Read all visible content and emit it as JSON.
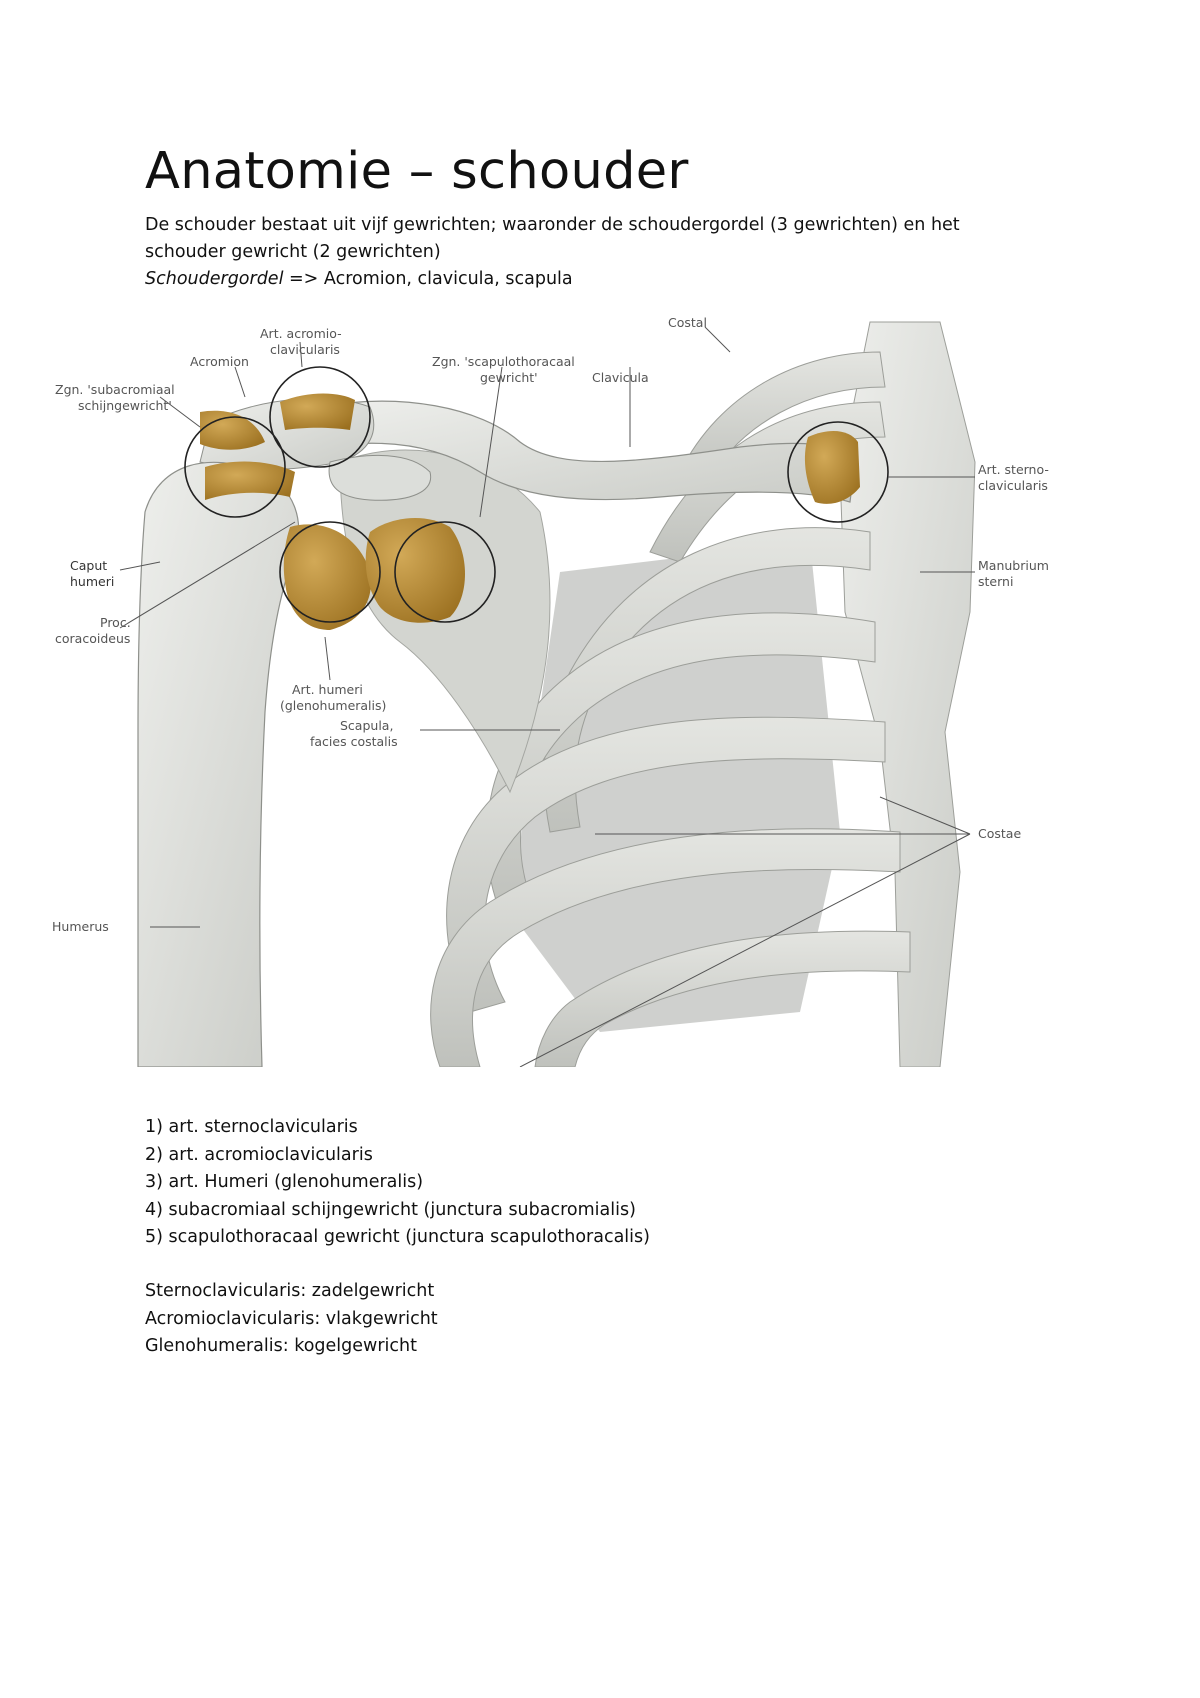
{
  "document": {
    "title": "Anatomie – schouder",
    "intro_line1": "De schouder bestaat uit vijf gewrichten; waaronder de schoudergordel (3 gewrichten) en het",
    "intro_line2": "schouder gewricht (2 gewrichten)",
    "gordel_label": "Schoudergordel =>",
    "gordel_items": "Acromion, clavicula, scapula"
  },
  "figure": {
    "labels": {
      "art_acromio_1": "Art. acromio-",
      "art_acromio_2": "clavicularis",
      "acromion": "Acromion",
      "zgn_subacro_1": "Zgn. 'subacromiaal",
      "zgn_subacro_2": "schijngewricht'",
      "zgn_scapulo_1": "Zgn. 'scapulothoracaal",
      "zgn_scapulo_2": "gewricht'",
      "clavicula": "Clavicula",
      "costal": "Costal",
      "art_sterno_1": "Art. sterno-",
      "art_sterno_2": "clavicularis",
      "manubrium_1": "Manubrium",
      "manubrium_2": "sterni",
      "caput_1": "Caput",
      "caput_2": "humeri",
      "proc_1": "Proc.",
      "proc_2": "coracoideus",
      "art_humeri_1": "Art. humeri",
      "art_humeri_2": "(glenohumeralis)",
      "scapula_1": "Scapula,",
      "scapula_2": "facies costalis",
      "costae": "Costae",
      "humerus": "Humerus"
    }
  },
  "joints": [
    "1) art. sternoclavicularis",
    "2) art. acromioclavicularis",
    "3) art. Humeri (glenohumeralis)",
    "4) subacromiaal schijngewricht (junctura subacromialis)",
    "5) scapulothoracaal gewricht (junctura scapulothoracalis)"
  ],
  "joint_types": [
    "Sternoclavicularis: zadelgewricht",
    "Acromioclavicularis: vlakgewricht",
    "Glenohumeralis: kogelgewricht"
  ]
}
